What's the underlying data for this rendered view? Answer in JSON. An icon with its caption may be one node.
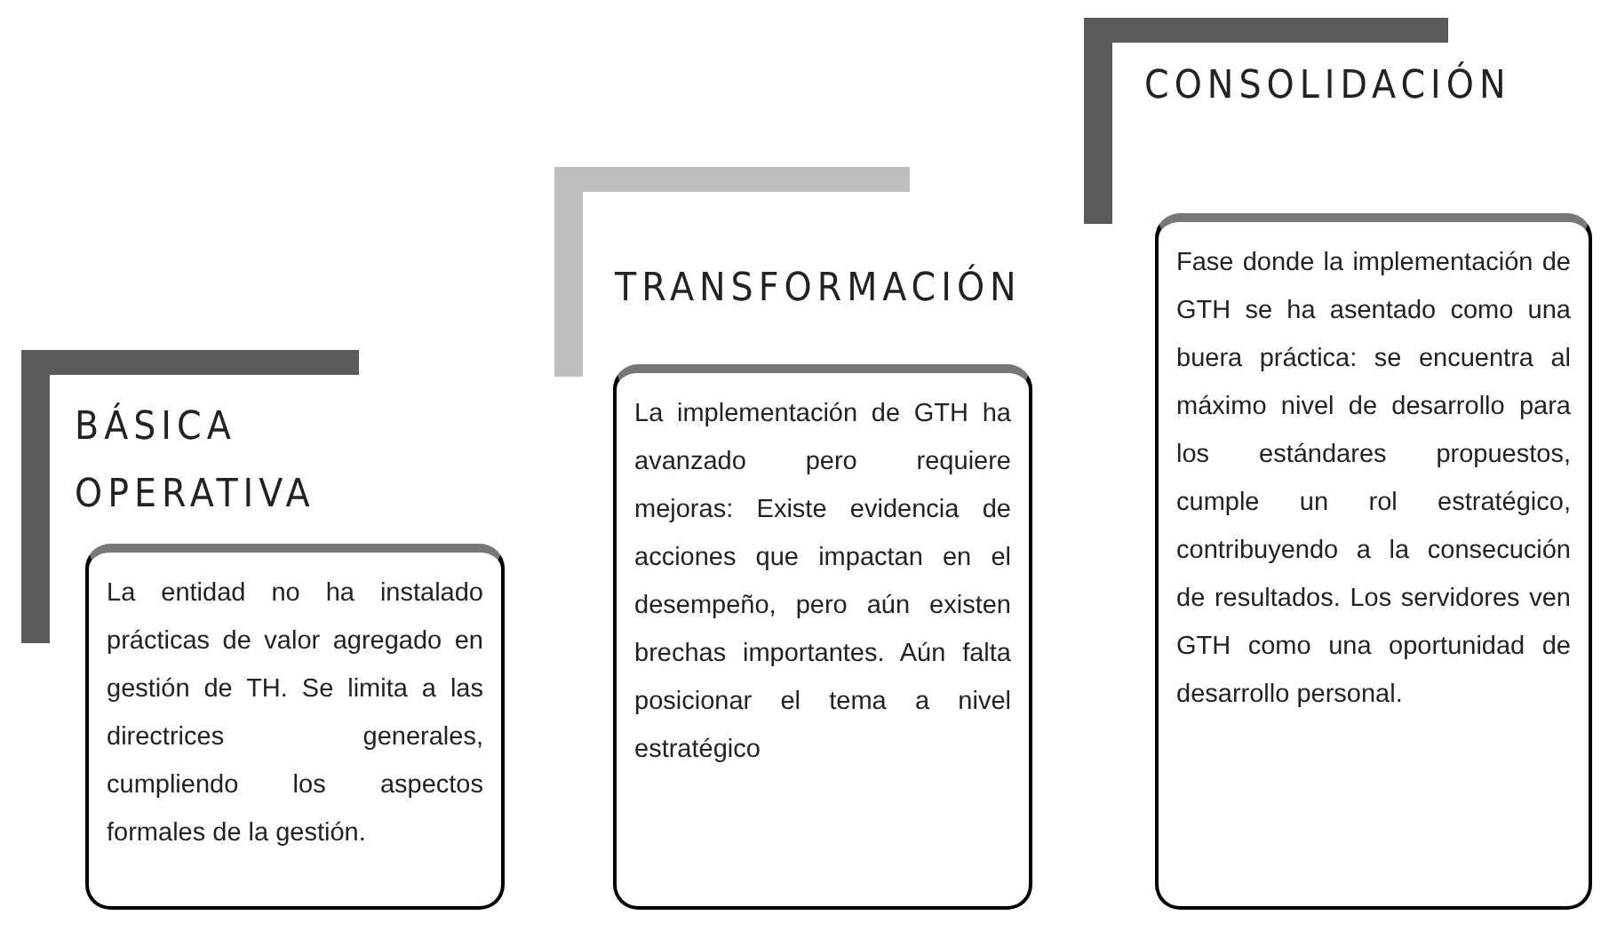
{
  "diagram": {
    "nodes": [
      {
        "text": [
          "BÁSICA OPERATIVA",
          "La entidad no ha instalado prácticas de valor agregado en gestión de TH. Se limita a las directrices generales, cumpliendo los aspectos formales de la gestión."
        ]
      },
      {
        "text": [
          "TRANSFORMACIÓN",
          "La implementación de GTH ha avanzado pero requiere mejoras: Existe evidencia de acciones que impactan en el desempeño, pero aún existen brechas importantes. Aún falta posicionar el tema a nivel estratégico"
        ]
      },
      {
        "text": [
          "CONSOLIDACIÓN",
          "Fase donde la implementación de GTH se ha asentado como una buera práctica: se encuentra al máximo nivel de desarrollo para los estándares propuestos, cumple un rol estratégico, contribuyendo a la consecución de resultados. Los servidores ven GTH como una oportunidad de desarrollo personal."
        ]
      }
    ]
  }
}
